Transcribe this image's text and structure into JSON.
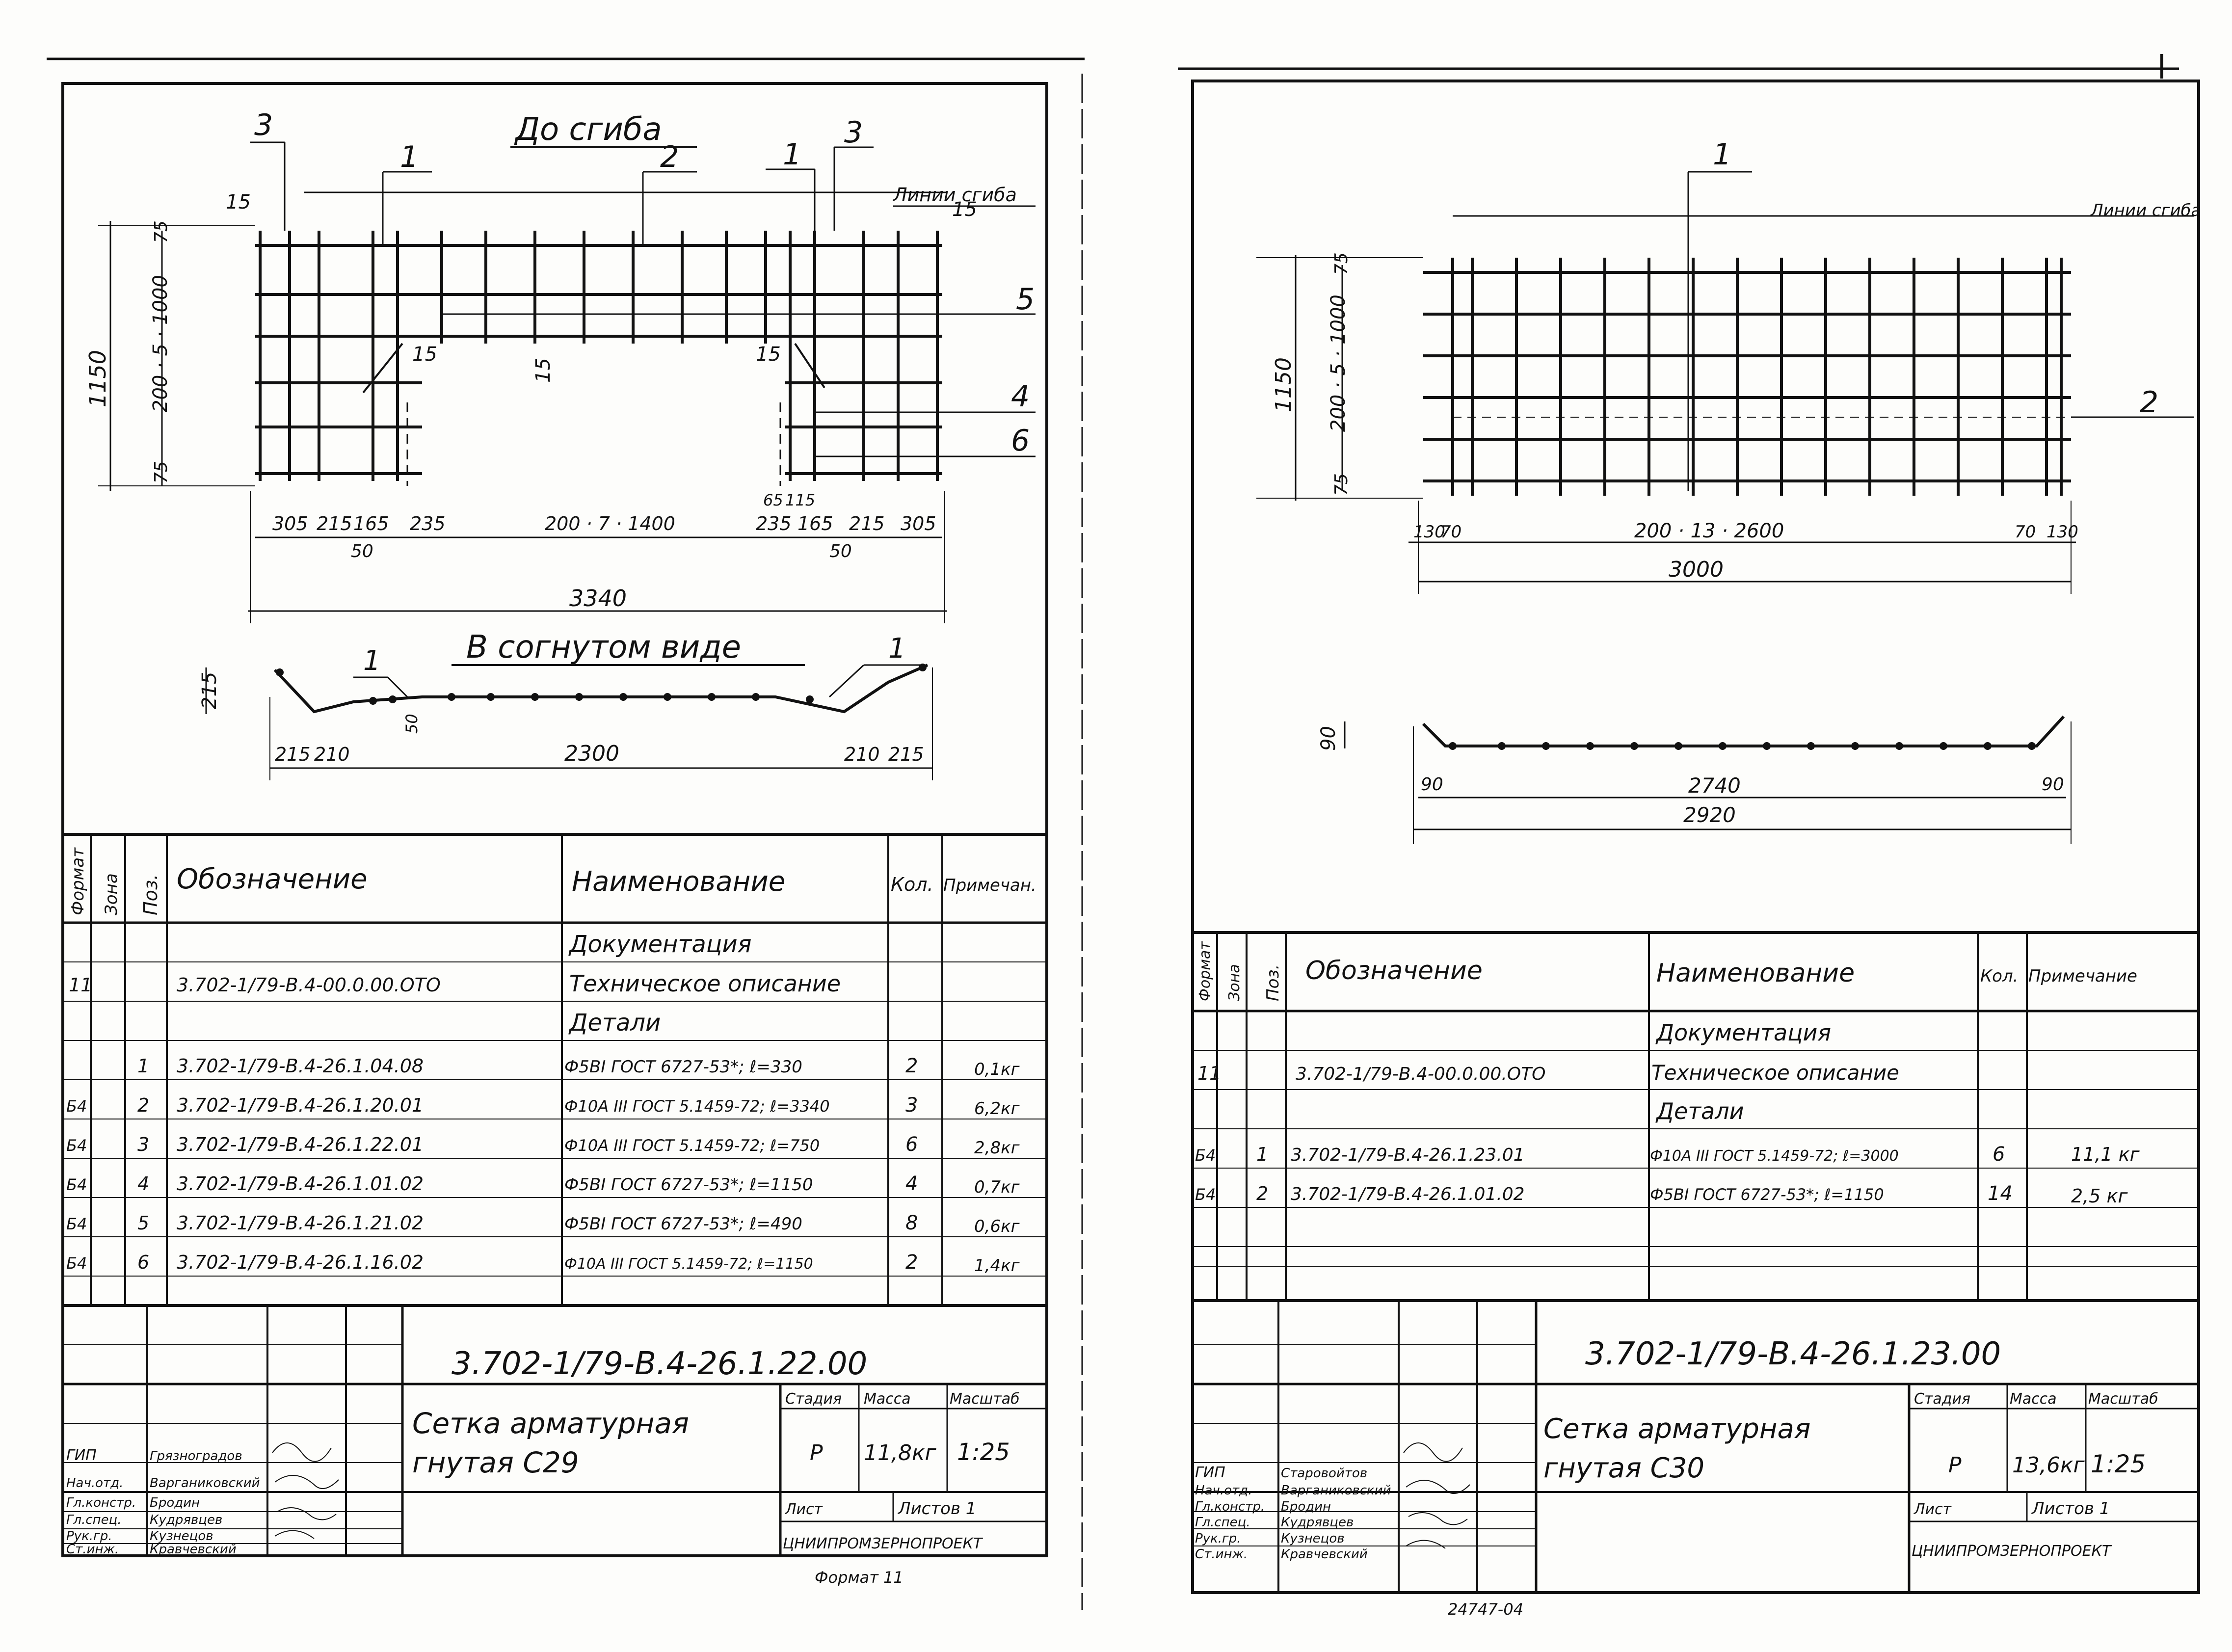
{
  "left_sheet": {
    "title_before": "До сгиба",
    "title_bent": "В согнутом виде",
    "bend_line_label": "Линии сгиба",
    "callouts": [
      "1",
      "2",
      "3",
      "3",
      "1",
      "1",
      "1"
    ],
    "side_callouts": [
      "5",
      "4",
      "6"
    ],
    "dims": {
      "overall_h": "1150",
      "grid_h": "200 · 5 · 1000",
      "edge_top": "75",
      "edge_bot": "75",
      "d15a": "15",
      "d15b": "15",
      "d15c": "15",
      "d15d": "15",
      "d15e": "15",
      "bottom_chain": [
        "305",
        "215",
        "165",
        "235",
        "200 · 7 · 1400",
        "235",
        "165",
        "215",
        "305"
      ],
      "d50a": "50",
      "d50b": "50",
      "d65": "65",
      "d115": "115",
      "overall_w": "3340",
      "bent_h": "215",
      "bent_50": "50",
      "bent_chain": [
        "215",
        "210",
        "2300",
        "210",
        "215"
      ]
    },
    "table": {
      "headers": [
        "Формат",
        "Зона",
        "Поз.",
        "Обозначение",
        "Наименование",
        "Кол.",
        "Примечан."
      ],
      "rows": [
        {
          "fmt": "",
          "zone": "",
          "pos": "",
          "code": "",
          "name": "Документация",
          "qty": "",
          "note": ""
        },
        {
          "fmt": "11",
          "zone": "",
          "pos": "",
          "code": "3.702-1/79-В.4-00.0.00.ОТО",
          "name": "Техническое описание",
          "qty": "",
          "note": ""
        },
        {
          "fmt": "",
          "zone": "",
          "pos": "",
          "code": "",
          "name": "Детали",
          "qty": "",
          "note": ""
        },
        {
          "fmt": "",
          "zone": "",
          "pos": "1",
          "code": "3.702-1/79-В.4-26.1.04.08",
          "name": "Ф5ВI ГОСТ 6727-53*; ℓ=330",
          "qty": "2",
          "note": "0,1кг"
        },
        {
          "fmt": "Б4",
          "zone": "",
          "pos": "2",
          "code": "3.702-1/79-В.4-26.1.20.01",
          "name": "Ф10А III ГОСТ 5.1459-72; ℓ=3340",
          "qty": "3",
          "note": "6,2кг"
        },
        {
          "fmt": "Б4",
          "zone": "",
          "pos": "3",
          "code": "3.702-1/79-В.4-26.1.22.01",
          "name": "Ф10А III ГОСТ 5.1459-72; ℓ=750",
          "qty": "6",
          "note": "2,8кг"
        },
        {
          "fmt": "Б4",
          "zone": "",
          "pos": "4",
          "code": "3.702-1/79-В.4-26.1.01.02",
          "name": "Ф5ВI ГОСТ 6727-53*; ℓ=1150",
          "qty": "4",
          "note": "0,7кг"
        },
        {
          "fmt": "Б4",
          "zone": "",
          "pos": "5",
          "code": "3.702-1/79-В.4-26.1.21.02",
          "name": "Ф5ВI ГОСТ 6727-53*; ℓ=490",
          "qty": "8",
          "note": "0,6кг"
        },
        {
          "fmt": "Б4",
          "zone": "",
          "pos": "6",
          "code": "3.702-1/79-В.4-26.1.16.02",
          "name": "Ф10А III ГОСТ 5.1459-72; ℓ=1150",
          "qty": "2",
          "note": "1,4кг"
        }
      ]
    },
    "stamp": {
      "code": "3.702-1/79-В.4-26.1.22.00",
      "name_line1": "Сетка арматурная",
      "name_line2": "гнутая    С29",
      "col_heads": [
        "Стадия",
        "Масса",
        "Масштаб"
      ],
      "stage": "Р",
      "mass": "11,8кг",
      "scale": "1:25",
      "sheet": "Лист",
      "sheets": "Листов 1",
      "org": "ЦНИИПРОМЗЕРНОПРОЕКТ",
      "staff_roles": [
        "ГИП",
        "Нач.отд.",
        "Гл.констр.",
        "Гл.спец.",
        "Рук.гр.",
        "Ст.инж."
      ],
      "staff_names": [
        "Грязноградов",
        "Варганиковский",
        "Бродин",
        "Кудрявцев",
        "Кузнецов",
        "Кравчевский"
      ],
      "footer": "Формат 11"
    }
  },
  "right_sheet": {
    "bend_line_label": "Линии сгиба",
    "callouts": [
      "1",
      "2"
    ],
    "dims": {
      "overall_h": "1150",
      "grid_h": "200 · 5 · 1000",
      "edge_top": "75",
      "edge_bot": "75",
      "chain": [
        "130",
        "70",
        "200 · 13 · 2600",
        "70",
        "130"
      ],
      "overall_w": "3000",
      "bent_h": "90",
      "bent_chain": [
        "90",
        "2740",
        "90"
      ],
      "bent_total": "2920"
    },
    "table": {
      "headers": [
        "Формат",
        "Зона",
        "Поз.",
        "Обозначение",
        "Наименование",
        "Кол.",
        "Примечание"
      ],
      "rows": [
        {
          "fmt": "",
          "zone": "",
          "pos": "",
          "code": "",
          "name": "Документация",
          "qty": "",
          "note": ""
        },
        {
          "fmt": "11",
          "zone": "",
          "pos": "",
          "code": "3.702-1/79-В.4-00.0.00.ОТО",
          "name": "Техническое описание",
          "qty": "",
          "note": ""
        },
        {
          "fmt": "",
          "zone": "",
          "pos": "",
          "code": "",
          "name": "Детали",
          "qty": "",
          "note": ""
        },
        {
          "fmt": "Б4",
          "zone": "",
          "pos": "1",
          "code": "3.702-1/79-В.4-26.1.23.01",
          "name": "Ф10А III ГОСТ 5.1459-72; ℓ=3000",
          "qty": "6",
          "note": "11,1 кг"
        },
        {
          "fmt": "Б4",
          "zone": "",
          "pos": "2",
          "code": "3.702-1/79-В.4-26.1.01.02",
          "name": "Ф5ВI ГОСТ 6727-53*; ℓ=1150",
          "qty": "14",
          "note": "2,5 кг"
        }
      ]
    },
    "stamp": {
      "code": "3.702-1/79-В.4-26.1.23.00",
      "name_line1": "Сетка арматурная",
      "name_line2": "гнутая    С30",
      "col_heads": [
        "Стадия",
        "Масса",
        "Масштаб"
      ],
      "stage": "Р",
      "mass": "13,6кг",
      "scale": "1:25",
      "sheet": "Лист",
      "sheets": "Листов 1",
      "org": "ЦНИИПРОМЗЕРНОПРОЕКТ",
      "staff_roles": [
        "ГИП",
        "Нач.отд.",
        "Гл.констр.",
        "Гл.спец.",
        "Рук.гр.",
        "Ст.инж."
      ],
      "staff_names": [
        "Старовойтов",
        "Варганиковский",
        "Бродин",
        "Кудрявцев",
        "Кузнецов",
        "Кравчевский"
      ],
      "footer": "24747-04"
    }
  }
}
